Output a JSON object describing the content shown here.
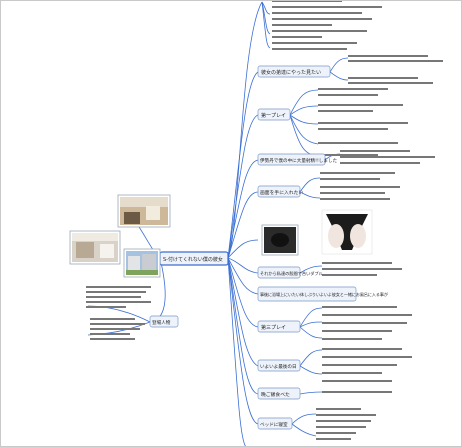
{
  "central_node": {
    "label": "S-付けてくれない僕の彼女"
  },
  "branches": [
    {
      "label": "彼女の弟達にやった見たい"
    },
    {
      "label": "第一プレイ"
    },
    {
      "label": "伊勢丹で僕の中に大量射精!!しました"
    },
    {
      "label": "画面を手に入れたい"
    },
    {
      "label": "それから私達の股間で合いダブル"
    },
    {
      "label": "事後に浴場上にいたい体しぶりいよいよ彼女と一緒にお風呂に入る事が"
    },
    {
      "label": "第三プレイ"
    },
    {
      "label": "いよいよ最後の日"
    },
    {
      "label": "晩ご飯食べた"
    },
    {
      "label": "ベッドに寝室"
    }
  ],
  "left_branch": {
    "label": "登場人物"
  },
  "colors": {
    "edge": "#3b6fd4",
    "node_fill": "#eef3fb",
    "text": "#222222"
  },
  "icons": [
    "room-photo",
    "kitchen-photo",
    "building-photo",
    "product-photo"
  ]
}
